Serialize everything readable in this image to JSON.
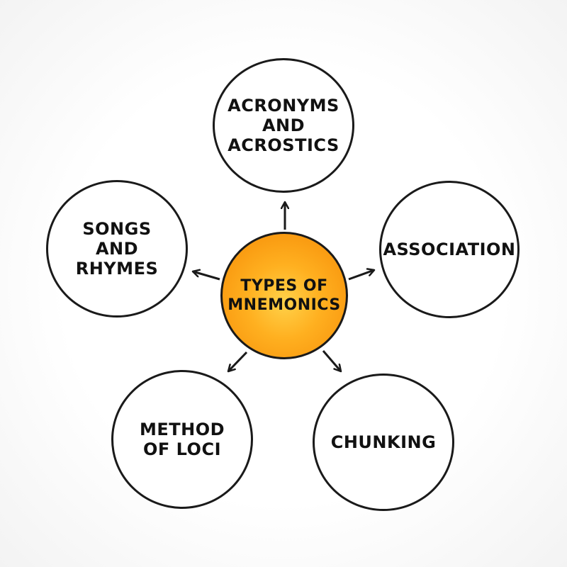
{
  "center": {
    "label": "TYPES OF\nMNEMONICS"
  },
  "nodes": {
    "acronyms": "ACRONYMS\nAND\nACROSTICS",
    "songs": "SONGS\nAND\nRHYMES",
    "association": "ASSOCIATION",
    "loci": "METHOD\nOF LOCI",
    "chunking": "CHUNKING"
  },
  "colors": {
    "center_fill": "#f9a31b",
    "outline": "#1a1a1a",
    "text": "#111111"
  }
}
